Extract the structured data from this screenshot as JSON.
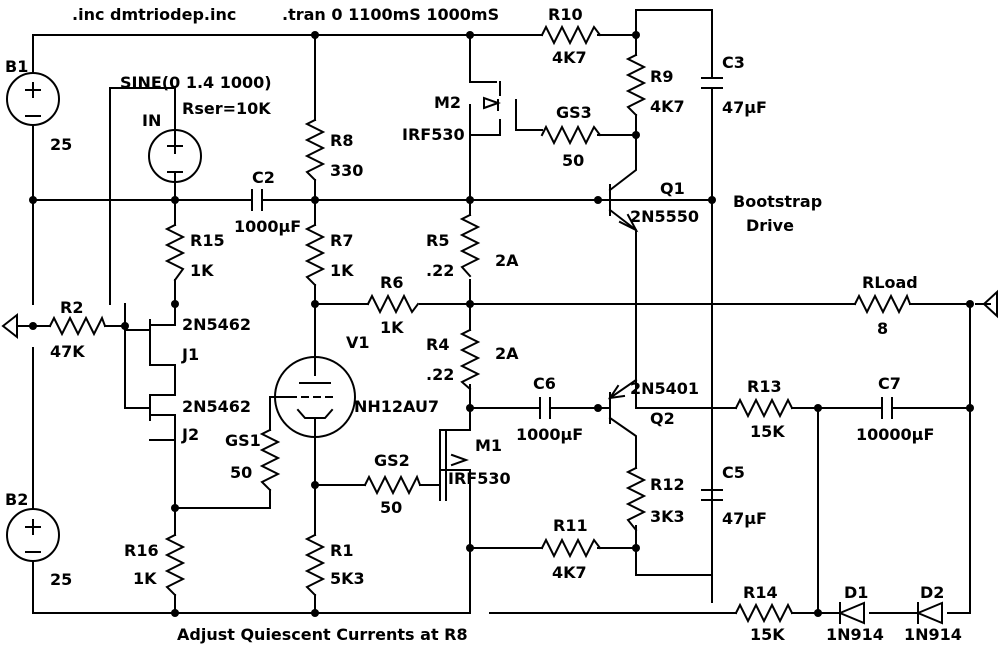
{
  "directives": {
    "inc": ".inc dmtriodep.inc",
    "tran": ".tran 0 1100mS 1000mS",
    "note": "Adjust Quiescent Currents at R8",
    "bootstrap1": "Bootstrap",
    "bootstrap2": "Drive"
  },
  "sources": {
    "b1": {
      "name": "B1",
      "value": "25"
    },
    "b2": {
      "name": "B2",
      "value": "25"
    },
    "in": {
      "name": "IN",
      "value": "SINE(0 1.4 1000)",
      "rser": "Rser=10K"
    }
  },
  "resistors": {
    "r1": {
      "name": "R1",
      "value": "5K3"
    },
    "r2": {
      "name": "R2",
      "value": "47K"
    },
    "r4": {
      "name": "R4",
      "value": ".22",
      "current": "2A"
    },
    "r5": {
      "name": "R5",
      "value": ".22",
      "current": "2A"
    },
    "r6": {
      "name": "R6",
      "value": "1K"
    },
    "r7": {
      "name": "R7",
      "value": "1K"
    },
    "r8": {
      "name": "R8",
      "value": "330"
    },
    "r9": {
      "name": "R9",
      "value": "4K7"
    },
    "r10": {
      "name": "R10",
      "value": "4K7"
    },
    "r11": {
      "name": "R11",
      "value": "4K7"
    },
    "r12": {
      "name": "R12",
      "value": "3K3"
    },
    "r13": {
      "name": "R13",
      "value": "15K"
    },
    "r14": {
      "name": "R14",
      "value": "15K"
    },
    "r15": {
      "name": "R15",
      "value": "1K"
    },
    "r16": {
      "name": "R16",
      "value": "1K"
    },
    "rload": {
      "name": "RLoad",
      "value": "8"
    },
    "gs1": {
      "name": "GS1",
      "value": "50"
    },
    "gs2": {
      "name": "GS2",
      "value": "50"
    },
    "gs3": {
      "name": "GS3",
      "value": "50"
    }
  },
  "capacitors": {
    "c2": {
      "name": "C2",
      "value": "1000µF"
    },
    "c3": {
      "name": "C3",
      "value": "47µF"
    },
    "c5": {
      "name": "C5",
      "value": "47µF"
    },
    "c6": {
      "name": "C6",
      "value": "1000µF"
    },
    "c7": {
      "name": "C7",
      "value": "10000µF"
    }
  },
  "semis": {
    "j1": {
      "name": "J1",
      "model": "2N5462"
    },
    "j2": {
      "name": "J2",
      "model": "2N5462"
    },
    "m1": {
      "name": "M1",
      "model": "IRF530"
    },
    "m2": {
      "name": "M2",
      "model": "IRF530"
    },
    "q1": {
      "name": "Q1",
      "model": "2N5550"
    },
    "q2": {
      "name": "Q2",
      "model": "2N5401"
    },
    "v1": {
      "name": "V1",
      "model": "NH12AU7"
    },
    "d1": {
      "name": "D1",
      "model": "1N914"
    },
    "d2": {
      "name": "D2",
      "model": "1N914"
    }
  }
}
